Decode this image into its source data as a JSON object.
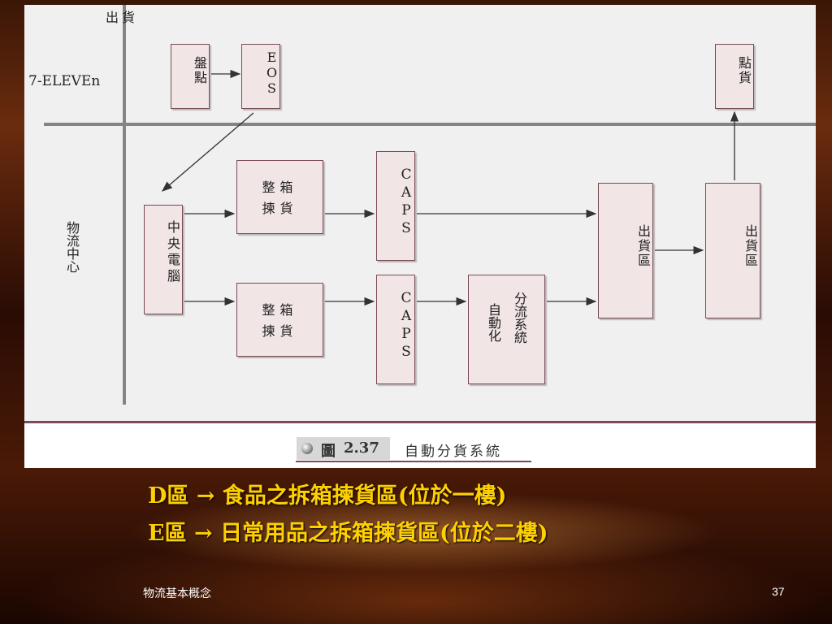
{
  "diagram": {
    "top_label": "出貨",
    "store_label": "7-ELEVEn",
    "dc_label": "物流中心",
    "boxes": {
      "inventory": "盤點",
      "eos": "EOS",
      "count_goods": "點貨",
      "central_computer": "中央電腦",
      "pick_upper": "整箱\n揀貨",
      "pick_lower": "整箱\n揀貨",
      "caps_upper": "CAPS",
      "caps_lower": "CAPS",
      "auto_sort_left": "自動化",
      "auto_sort_right": "分流系統",
      "ship_area_1": "出貨區",
      "ship_area_2": "出貨區"
    },
    "caption": {
      "figure_word": "圖",
      "figure_number": "2.37",
      "title": "自動分貨系統"
    }
  },
  "slide": {
    "line1": "D區 → 食品之拆箱揀貨區(位於一樓)",
    "line2": "E區 → 日常用品之拆箱揀貨區(位於二樓)"
  },
  "footer": {
    "left": "物流基本概念",
    "page": "37"
  },
  "colors": {
    "slide_text": "#ffd000",
    "box_fill": "#f1e5e6",
    "box_border": "#7a4a55"
  }
}
